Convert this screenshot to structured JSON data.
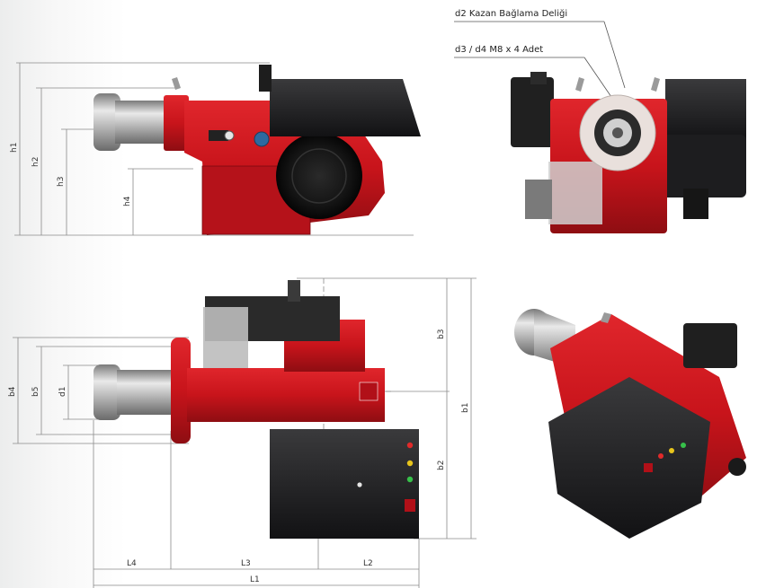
{
  "callouts": {
    "d2": "d2 Kazan Bağlama Deliği",
    "d3d4": "d3 / d4  M8 x 4 Adet"
  },
  "dims": {
    "h1": "h1",
    "h2": "h2",
    "h3": "h3",
    "h4": "h4",
    "b1": "b1",
    "b2": "b2",
    "b3": "b3",
    "b4": "b4",
    "b5": "b5",
    "d1": "d1",
    "L1": "L1",
    "L2": "L2",
    "L3": "L3",
    "L4": "L4"
  },
  "colors": {
    "burner_red": "#c8141b",
    "dark_red": "#8e0d12",
    "panel_black": "#1c1c1e",
    "steel": "#b8b8b8"
  }
}
